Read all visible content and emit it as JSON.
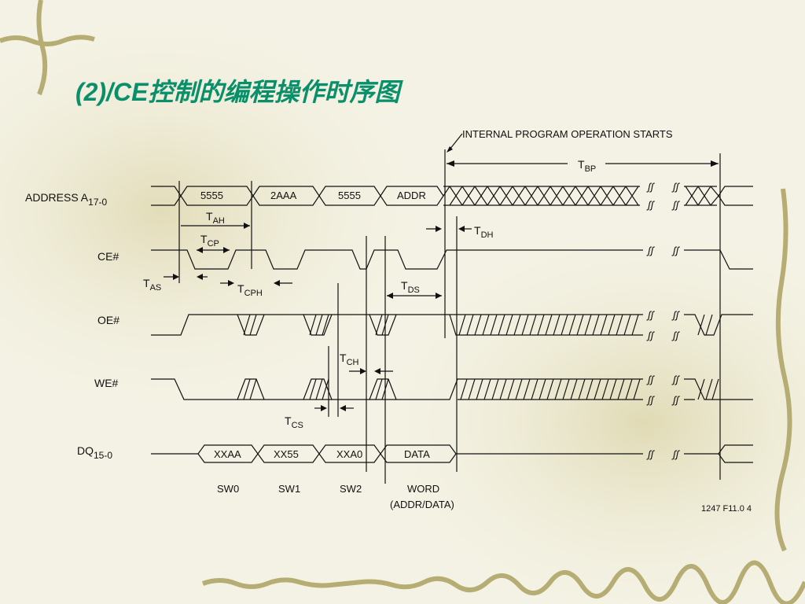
{
  "slide": {
    "title": "(2)/CE控制的编程操作时序图"
  },
  "diagram": {
    "header_note": "INTERNAL PROGRAM OPERATION STARTS",
    "signals": {
      "address": {
        "name": "ADDRESS A",
        "sub": "17-0"
      },
      "ce": "CE#",
      "oe": "OE#",
      "we": "WE#",
      "dq": {
        "name": "DQ",
        "sub": "15-0"
      }
    },
    "address_values": [
      "5555",
      "2AAA",
      "5555",
      "ADDR"
    ],
    "data_values": [
      "XXAA",
      "XX55",
      "XXA0",
      "DATA"
    ],
    "step_labels": [
      "SW0",
      "SW1",
      "SW2",
      "WORD",
      "(ADDR/DATA)"
    ],
    "timing": {
      "tbp": {
        "main": "T",
        "sub": "BP"
      },
      "tah": {
        "main": "T",
        "sub": "AH"
      },
      "tcp": {
        "main": "T",
        "sub": "CP"
      },
      "tas": {
        "main": "T",
        "sub": "AS"
      },
      "tcph": {
        "main": "T",
        "sub": "CPH"
      },
      "tdh": {
        "main": "T",
        "sub": "DH"
      },
      "tds": {
        "main": "T",
        "sub": "DS"
      },
      "tch": {
        "main": "T",
        "sub": "CH"
      },
      "tcs": {
        "main": "T",
        "sub": "CS"
      }
    },
    "footnote": "1247 F11.0 4"
  },
  "colors": {
    "title": "#0a8f6b",
    "line": "#111111",
    "vine": "#a9a26a"
  }
}
